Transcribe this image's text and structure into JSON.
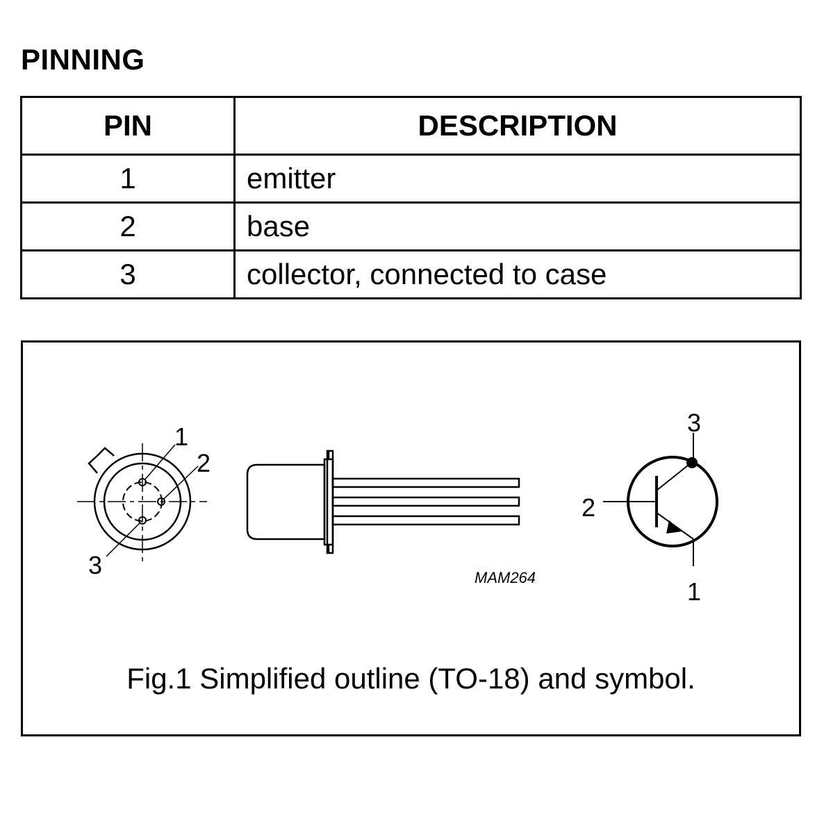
{
  "section": {
    "title": "PINNING"
  },
  "pin_table": {
    "headers": {
      "pin": "PIN",
      "description": "DESCRIPTION"
    },
    "rows": [
      {
        "pin": "1",
        "description": "emitter"
      },
      {
        "pin": "2",
        "description": "base"
      },
      {
        "pin": "3",
        "description": "collector, connected to case"
      }
    ]
  },
  "figure": {
    "outline_labels": {
      "pin1": "1",
      "pin2": "2",
      "pin3": "3"
    },
    "drawing_code": "MAM264",
    "symbol_labels": {
      "collector": "3",
      "base": "2",
      "emitter": "1"
    },
    "caption": "Fig.1  Simplified outline (TO-18) and symbol."
  }
}
